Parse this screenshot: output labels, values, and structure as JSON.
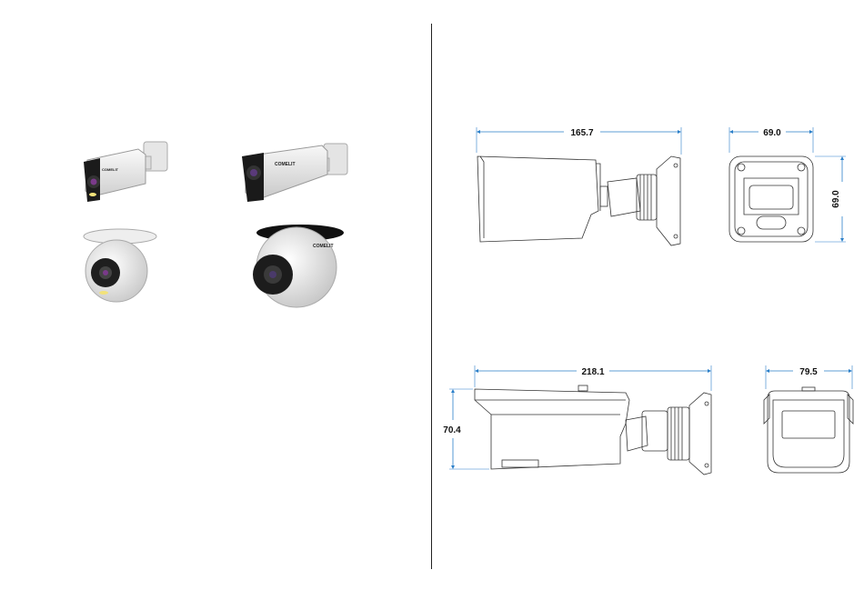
{
  "brand": "COMELIT",
  "products": [
    {
      "name": "bullet-camera-small"
    },
    {
      "name": "bullet-camera-large"
    },
    {
      "name": "dome-camera-small"
    },
    {
      "name": "dome-camera-large"
    }
  ],
  "dimensions": {
    "small_bullet_length": "165.7",
    "small_bullet_width": "69.0",
    "small_bullet_height": "69.0",
    "large_bullet_length": "218.1",
    "large_bullet_height": "70.4",
    "large_bullet_width": "79.5"
  },
  "colors": {
    "dimension_line": "#2a7fc9",
    "outline": "#333333"
  }
}
